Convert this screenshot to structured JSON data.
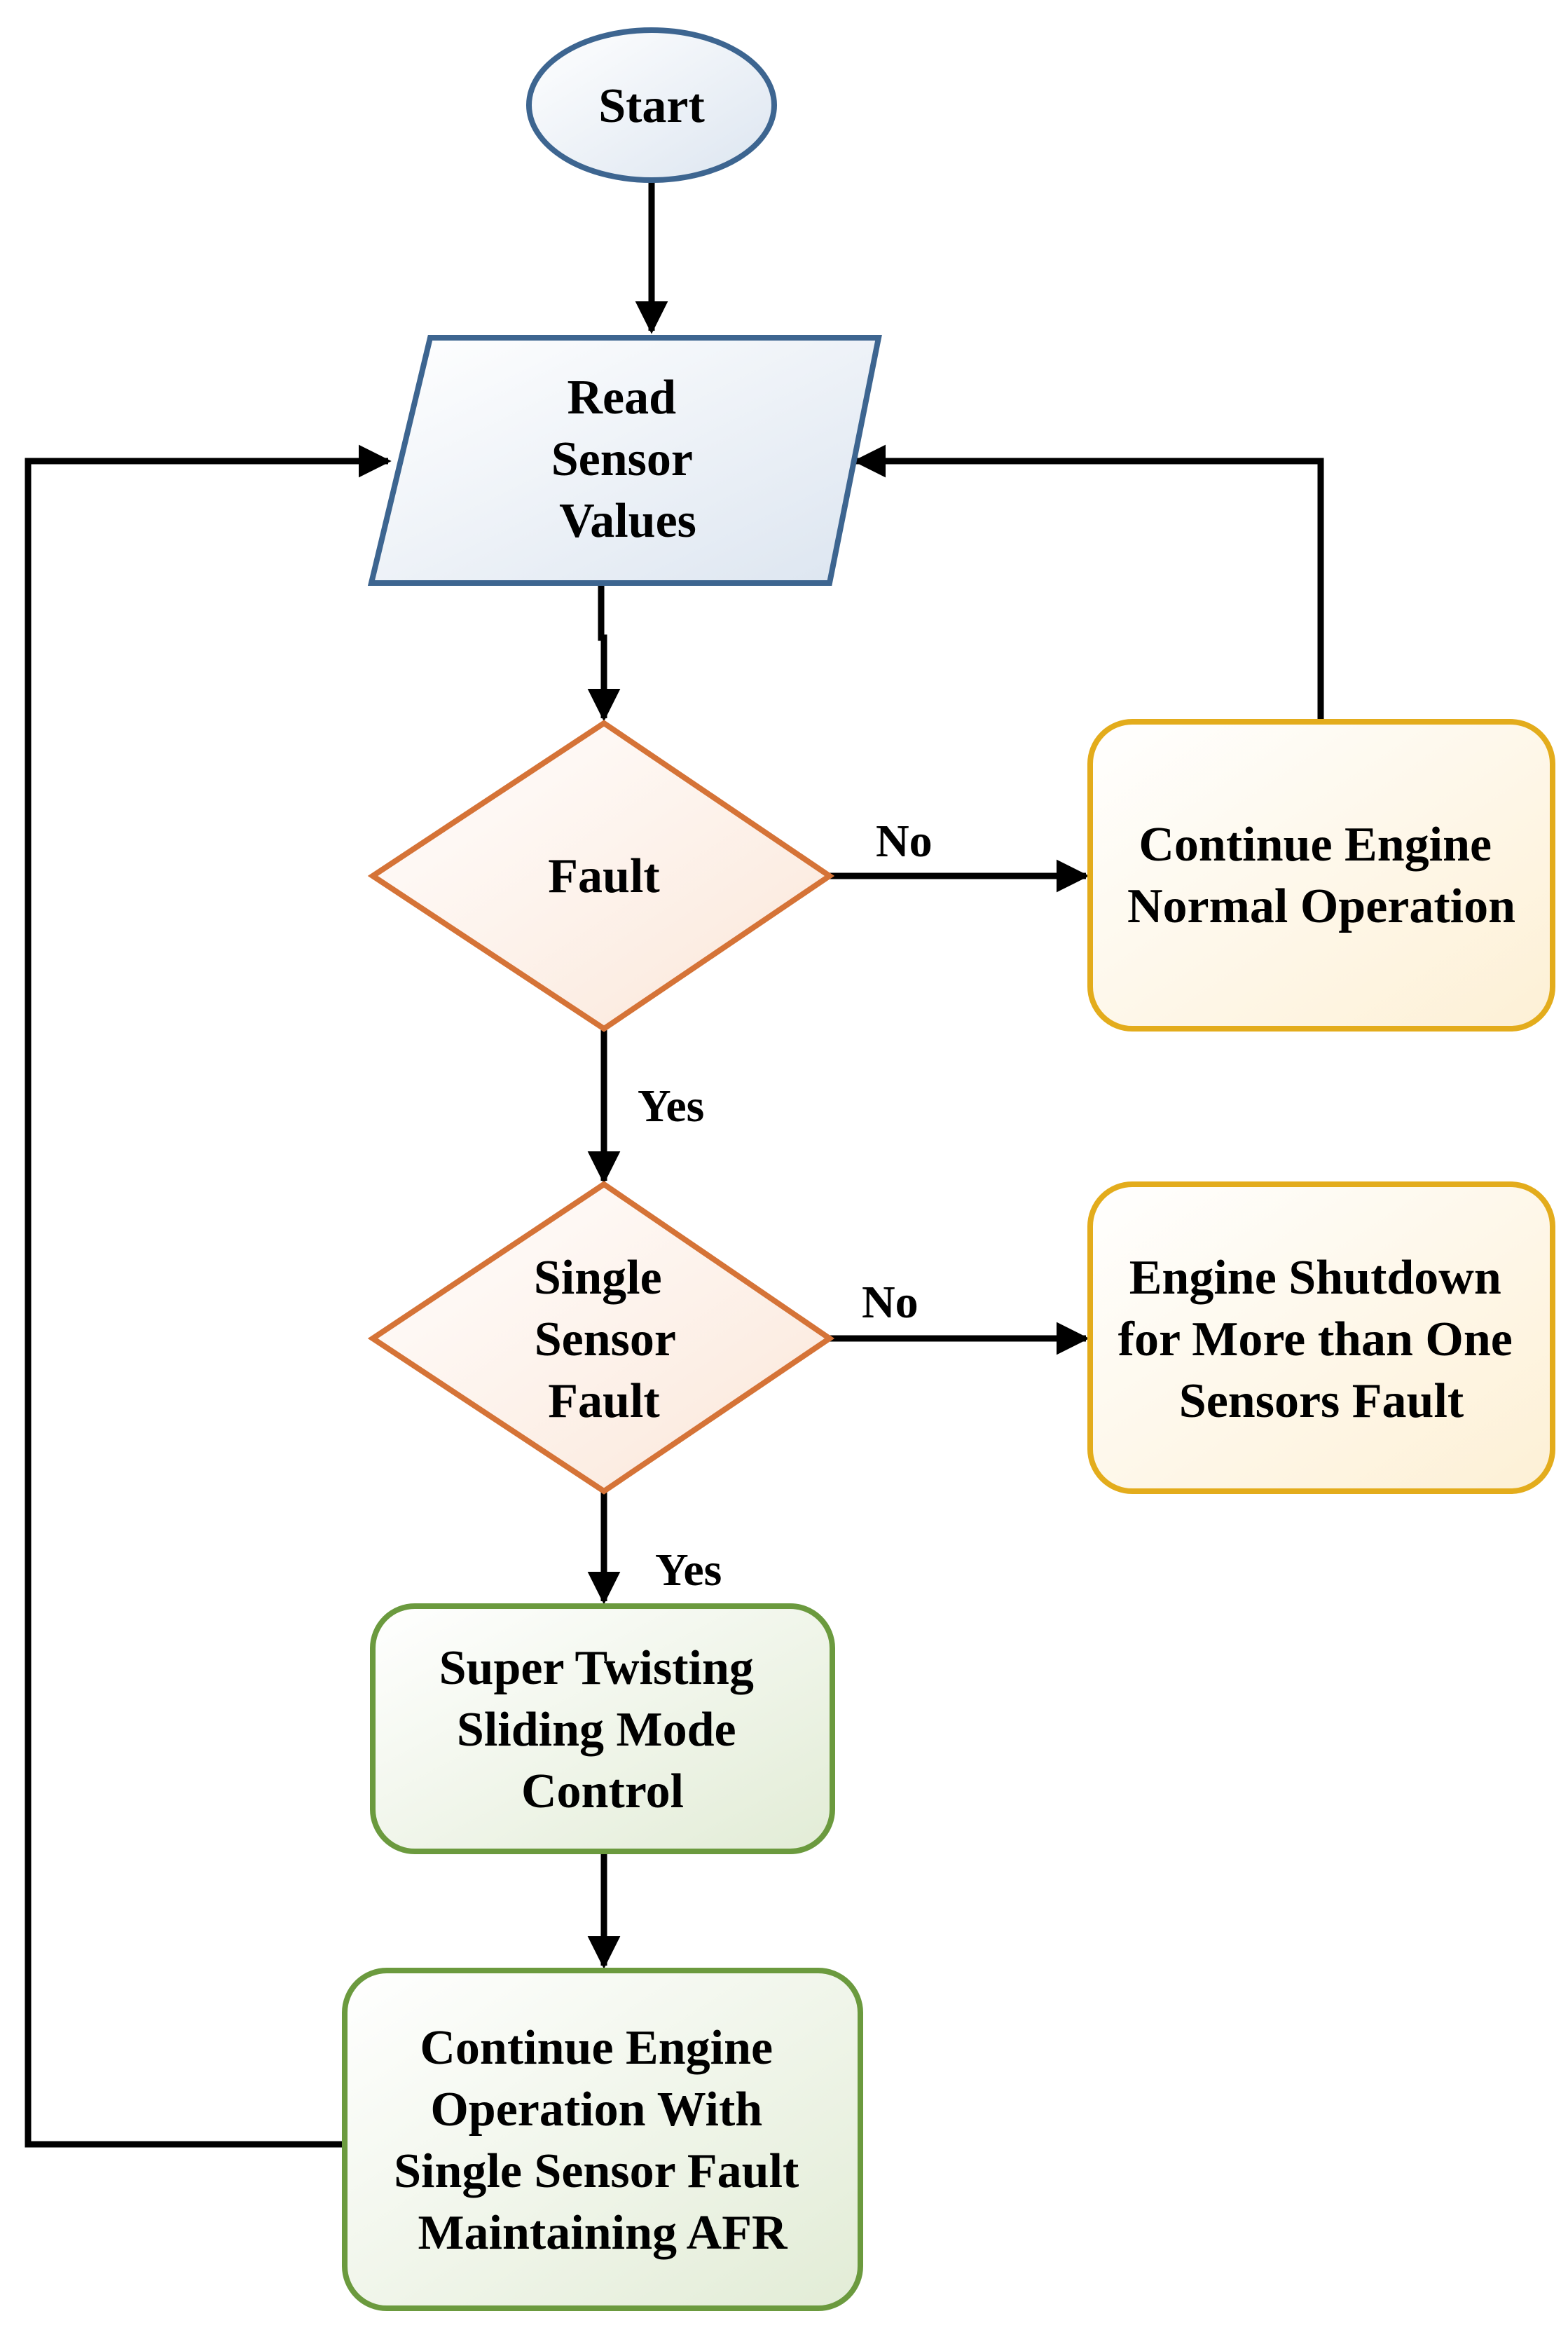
{
  "diagram": {
    "nodes": {
      "start": {
        "lines": [
          "Start"
        ],
        "shape": "ellipse",
        "border_color": "#3d6590"
      },
      "read": {
        "lines": [
          "Read",
          "Sensor",
          "Values"
        ],
        "shape": "parallelogram",
        "border_color": "#3d6590"
      },
      "fault": {
        "lines": [
          "Fault"
        ],
        "shape": "diamond",
        "border_color": "#d57337"
      },
      "normal": {
        "lines": [
          "Continue Engine",
          "Normal Operation"
        ],
        "shape": "rounded-rect",
        "border_color": "#e3ac1c"
      },
      "single": {
        "lines": [
          "Single",
          "Sensor",
          "Fault"
        ],
        "shape": "diamond",
        "border_color": "#d57337"
      },
      "shutdown": {
        "lines": [
          "Engine Shutdown",
          "for More than One",
          "Sensors Fault"
        ],
        "shape": "rounded-rect",
        "border_color": "#e3ac1c"
      },
      "stsmc": {
        "lines": [
          "Super Twisting",
          "Sliding Mode",
          "Control"
        ],
        "shape": "rounded-rect",
        "border_color": "#6b9a3e"
      },
      "cont": {
        "lines": [
          "Continue Engine",
          "Operation With",
          "Single Sensor Fault",
          "Maintaining AFR"
        ],
        "shape": "rounded-rect",
        "border_color": "#6b9a3e"
      }
    },
    "edges": [
      {
        "from": "start",
        "to": "read",
        "label": ""
      },
      {
        "from": "read",
        "to": "fault",
        "label": ""
      },
      {
        "from": "fault",
        "to": "normal",
        "label": "No"
      },
      {
        "from": "normal",
        "to": "read",
        "label": ""
      },
      {
        "from": "fault",
        "to": "single",
        "label": "Yes"
      },
      {
        "from": "single",
        "to": "shutdown",
        "label": "No"
      },
      {
        "from": "single",
        "to": "stsmc",
        "label": "Yes"
      },
      {
        "from": "stsmc",
        "to": "cont",
        "label": ""
      },
      {
        "from": "cont",
        "to": "read",
        "label": ""
      }
    ]
  }
}
